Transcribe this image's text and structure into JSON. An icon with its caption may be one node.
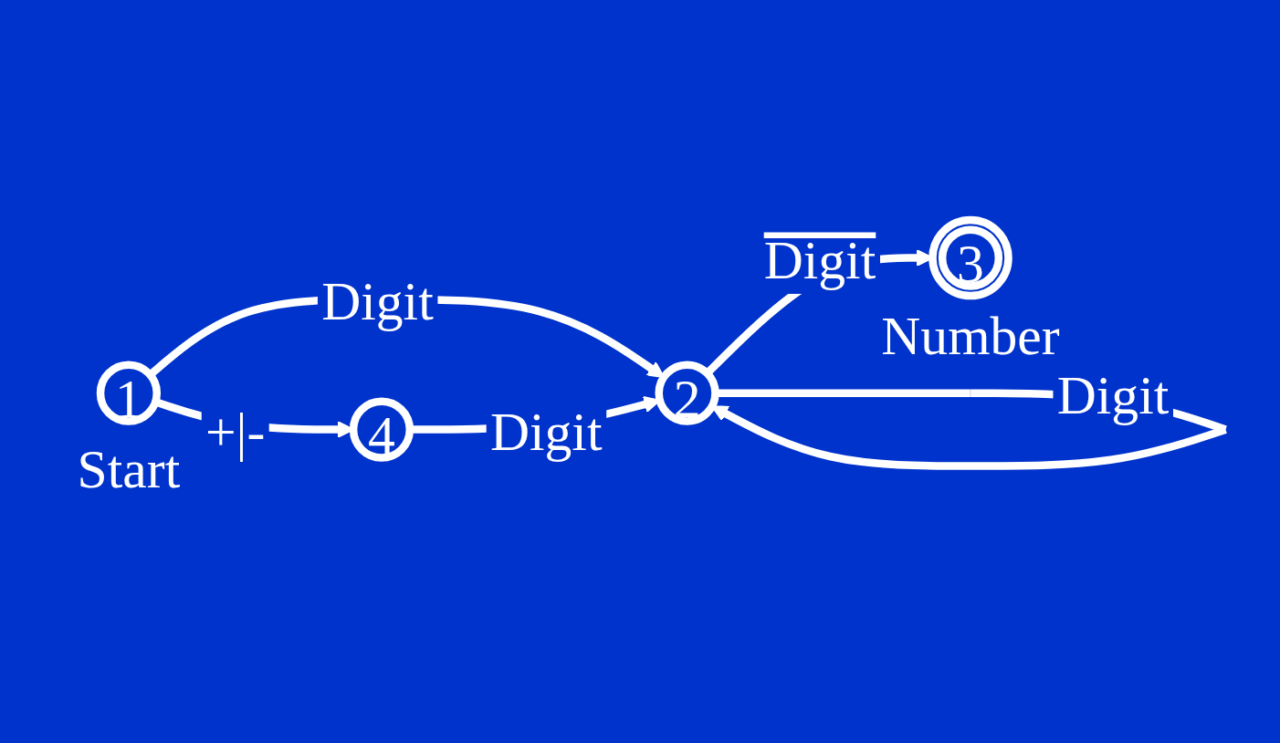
{
  "diagram": {
    "nodes": [
      {
        "text": [
          "1"
        ],
        "beside": [
          "Start"
        ]
      },
      {
        "text": [
          "2"
        ]
      },
      {
        "text": [
          "3"
        ],
        "beside": [
          "Number"
        ]
      },
      {
        "text": [
          "4"
        ]
      }
    ],
    "edges": [
      {
        "from": 0,
        "to": 1,
        "arrow": "to",
        "label": "Digit"
      },
      {
        "from": 1,
        "to": 2,
        "arrow": "to",
        "label": "Digit"
      },
      {
        "from": 0,
        "to": 3,
        "arrow": "to",
        "label": "+|-"
      },
      {
        "from": 3,
        "to": 1,
        "arrow": "to",
        "label": "Digit"
      },
      {
        "from": 1,
        "to": 1,
        "arrow": "to",
        "label": "Digit"
      }
    ]
  }
}
